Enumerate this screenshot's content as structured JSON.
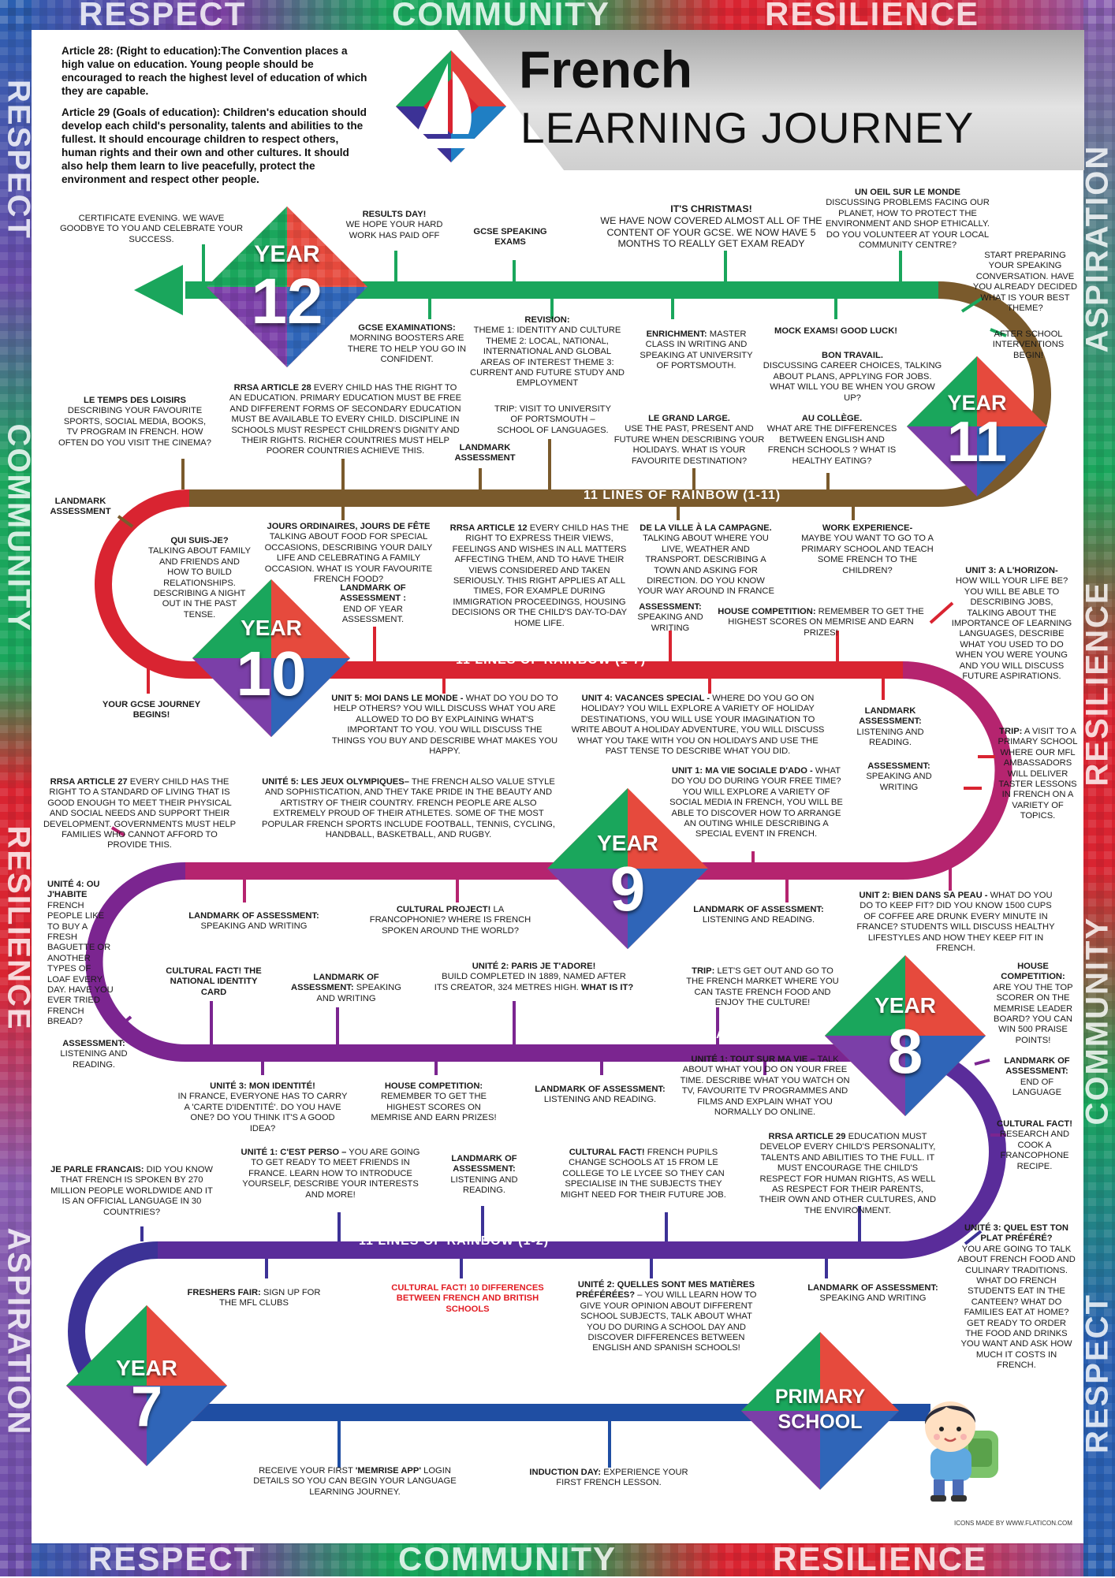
{
  "border_words": {
    "respect": "RESPECT",
    "community": "COMMUNITY",
    "resilience": "RESILIENCE",
    "aspiration": "ASPIRATION"
  },
  "header": {
    "title": "French",
    "subtitle": "LEARNING JOURNEY"
  },
  "intro": {
    "article28_title": "Article 28: (Right to education):",
    "article28_text": "The Convention places a high value on education. Young people should be encouraged to reach the highest level of education of which they are capable.",
    "article29_title": "Article 29 (Goals of education):",
    "article29_text": "Children's education should develop each child's personality, talents and abilities to the fullest. It should encourage children to respect others, human rights and their own and other cultures. It should also help them learn to live peacefully, protect the environment and respect other people."
  },
  "years": {
    "year_word": "YEAR",
    "y12": "12",
    "y11": "11",
    "y10": "10",
    "y9": "9",
    "y8": "8",
    "y7": "7",
    "primary_1": "PRIMARY",
    "primary_2": "SCHOOL"
  },
  "rainbow": {
    "r11": "11 LINES OF RAINBOW (1-11)",
    "r7": "11 LINES OF RAINBOW (1-7)",
    "r4": "11 LINES OF RAINBOW (1-4)",
    "r2": "11 LINES OF RAINBOW (1-2)"
  },
  "colors": {
    "green": "#1aa65c",
    "brown": "#7a5a2c",
    "red": "#d92431",
    "magenta": "#b5246f",
    "purple": "#7b2590",
    "indigo": "#3c3296",
    "blue": "#1f4ea3"
  },
  "ev": {
    "y12_cert": "CERTIFICATE EVENING. WE WAVE GOODBYE TO YOU AND CELEBRATE YOUR SUCCESS.",
    "y12_results_h": "RESULTS DAY!",
    "y12_results": "WE HOPE YOUR HARD WORK HAS PAID OFF",
    "y12_speaking_h": "GCSE SPEAKING EXAMS",
    "y12_christmas_h": "IT'S CHRISTMAS!",
    "y12_christmas": "WE HAVE NOW COVERED ALMOST ALL OF THE CONTENT OF YOUR GCSE. WE NOW HAVE 5 MONTHS TO REALLY GET EXAM READY",
    "y12_oeil_h": "UN OEIL SUR LE MONDE",
    "y12_oeil": "DISCUSSING PROBLEMS FACING OUR PLANET, HOW TO PROTECT THE ENVIRONMENT AND SHOP ETHICALLY. DO YOU VOLUNTEER AT YOUR LOCAL COMMUNITY CENTRE?",
    "y12_prep": "START PREPARING YOUR SPEAKING CONVERSATION. HAVE YOU ALREADY DECIDED WHAT IS YOUR BEST THEME?",
    "y12_gcse_h": "GCSE EXAMINATIONS:",
    "y12_gcse": "MORNING BOOSTERS ARE THERE TO HELP YOU GO IN CONFIDENT.",
    "y12_rev_h": "REVISION:",
    "y12_rev": "THEME 1: IDENTITY AND CULTURE THEME 2: LOCAL, NATIONAL, INTERNATIONAL AND GLOBAL AREAS OF INTEREST THEME 3: CURRENT AND FUTURE STUDY AND EMPLOYMENT",
    "y12_enrich_h": "ENRICHMENT:",
    "y12_enrich": "MASTER CLASS IN WRITING AND SPEAKING AT UNIVERSITY OF PORTSMOUTH.",
    "y12_mock": "MOCK EXAMS! GOOD LUCK!",
    "y12_after": "AFTER SCHOOL INTERVENTIONS BEGIN!",
    "y11_bon_h": "BON TRAVAIL.",
    "y11_bon": "DISCUSSING CAREER CHOICES, TALKING ABOUT PLANS, APPLYING FOR JOBS. WHAT WILL YOU BE WHEN YOU GROW UP?",
    "y11_loisirs_h": "LE TEMPS DES LOISIRS",
    "y11_loisirs": "DESCRIBING YOUR FAVOURITE SPORTS, SOCIAL MEDIA, BOOKS, TV PROGRAM IN FRENCH. HOW OFTEN DO YOU VISIT THE CINEMA?",
    "y11_rrsa28_h": "RRSA ARTICLE 28",
    "y11_rrsa28": "EVERY CHILD HAS THE RIGHT TO AN EDUCATION. PRIMARY EDUCATION MUST BE FREE AND DIFFERENT FORMS OF SECONDARY EDUCATION MUST BE AVAILABLE TO EVERY CHILD. DISCIPLINE IN SCHOOLS MUST RESPECT CHILDREN'S DIGNITY AND THEIR RIGHTS. RICHER COUNTRIES MUST HELP POORER COUNTRIES ACHIEVE THIS.",
    "y11_trip": "TRIP: VISIT TO UNIVERSITY OF PORTSMOUTH – SCHOOL OF LANGUAGES.",
    "y11_landmark": "LANDMARK ASSESSMENT",
    "y11_large_h": "LE GRAND LARGE.",
    "y11_large": "USE THE PAST, PRESENT AND FUTURE WHEN DESCRIBING YOUR HOLIDAYS. WHAT IS YOUR FAVOURITE DESTINATION?",
    "y11_college_h": "AU COLLÈGE.",
    "y11_college": "WHAT ARE THE DIFFERENCES BETWEEN ENGLISH AND FRENCH SCHOOLS ? WHAT IS HEALTHY EATING?",
    "y11_landmark_left": "LANDMARK ASSESSMENT",
    "y10_qui_h": "QUI SUIS-JE?",
    "y10_qui": "TALKING ABOUT FAMILY AND FRIENDS AND HOW TO BUILD RELATIONSHIPS. DESCRIBING A NIGHT OUT IN THE PAST TENSE.",
    "y10_jours_h": "JOURS ORDINAIRES, JOURS DE FÊTE",
    "y10_jours": "TALKING ABOUT FOOD FOR SPECIAL OCCASIONS, DESCRIBING YOUR DAILY LIFE AND CELEBRATING A FAMILY OCCASION. WHAT IS YOUR FAVOURITE FRENCH FOOD?",
    "y10_rrsa12_h": "RRSA ARTICLE 12",
    "y10_rrsa12": "EVERY CHILD HAS THE RIGHT TO EXPRESS THEIR VIEWS, FEELINGS AND WISHES IN ALL MATTERS AFFECTING THEM, AND TO HAVE THEIR VIEWS CONSIDERED AND TAKEN SERIOUSLY. THIS RIGHT APPLIES AT ALL TIMES, FOR EXAMPLE DURING IMMIGRATION PROCEEDINGS, HOUSING DECISIONS OR THE CHILD'S DAY-TO-DAY HOME LIFE.",
    "y10_ville_h": "DE LA VILLE À LA CAMPAGNE.",
    "y10_ville": "TALKING ABOUT WHERE YOU LIVE, WEATHER AND TRANSPORT. DESCRIBING A TOWN AND ASKING FOR DIRECTION. DO YOU KNOW YOUR WAY AROUND IN FRANCE",
    "y10_work_h": "WORK EXPERIENCE-",
    "y10_work": "MAYBE YOU WANT TO GO TO A PRIMARY SCHOOL AND TEACH SOME FRENCH TO THE CHILDREN?",
    "y10_land_h": "LANDMARK OF ASSESSMENT :",
    "y10_land": "END OF YEAR ASSESSMENT.",
    "y10_assess_h": "ASSESSMENT:",
    "y10_assess": "SPEAKING AND WRITING",
    "y10_house_h": "HOUSE COMPETITION:",
    "y10_house": "REMEMBER TO GET THE HIGHEST SCORES ON MEMRISE AND EARN PRIZES!",
    "y10_gcse": "YOUR GCSE JOURNEY BEGINS!",
    "y10_unit3_h": "UNIT 3: A L'HORIZON-",
    "y10_unit3": "HOW WILL YOUR LIFE BE? YOU WILL BE ABLE TO DESCRIBING JOBS, TALKING ABOUT THE IMPORTANCE OF LEARNING LANGUAGES, DESCRIBE WHAT YOU USED TO DO WHEN YOU WERE YOUNG AND YOU WILL DISCUSS FUTURE ASPIRATIONS.",
    "y9_unit5_h": "UNIT 5: MOI DANS LE MONDE -",
    "y9_unit5": "WHAT DO YOU DO TO HELP OTHERS? YOU WILL DISCUSS WHAT YOU ARE ALLOWED TO DO BY EXPLAINING WHAT'S IMPORTANT TO YOU. YOU WILL DISCUSS THE THINGS YOU BUY AND DESCRIBE WHAT MAKES YOU HAPPY.",
    "y9_unit4_h": "UNIT 4: VACANCES SPECIAL -",
    "y9_unit4": "WHERE DO YOU GO ON HOLIDAY? YOU WILL EXPLORE A VARIETY OF HOLIDAY DESTINATIONS, YOU WILL USE YOUR IMAGINATION TO WRITE ABOUT A HOLIDAY ADVENTURE, YOU WILL DISCUSS WHAT YOU TAKE WITH YOU ON HOLIDAYS AND USE THE PAST TENSE TO DESCRIBE WHAT YOU DID.",
    "y9_land1_h": "LANDMARK ASSESSMENT:",
    "y9_land1": "LISTENING AND READING.",
    "y9_assess_h": "ASSESSMENT:",
    "y9_assess": "SPEAKING AND WRITING",
    "y9_trip_h": "TRIP:",
    "y9_trip": "A VISIT TO A PRIMARY SCHOOL WHERE OUR MFL AMBASSADORS WILL DELIVER TASTER LESSONS IN FRENCH ON A VARIETY OF TOPICS.",
    "y9_rrsa27_h": "RRSA ARTICLE 27",
    "y9_rrsa27": "EVERY CHILD HAS THE RIGHT TO A STANDARD OF LIVING THAT IS GOOD ENOUGH TO MEET THEIR PHYSICAL AND SOCIAL NEEDS AND SUPPORT THEIR DEVELOPMENT. GOVERNMENTS MUST HELP FAMILIES WHO CANNOT AFFORD TO PROVIDE THIS.",
    "y9_unite5_h": "UNITÉ 5: LES JEUX OLYMPIQUES–",
    "y9_unite5": "THE FRENCH ALSO VALUE STYLE AND SOPHISTICATION, AND THEY TAKE PRIDE IN THE BEAUTY AND ARTISTRY OF THEIR COUNTRY. FRENCH PEOPLE ARE ALSO EXTREMELY PROUD OF THEIR ATHLETES. SOME OF THE MOST POPULAR FRENCH SPORTS INCLUDE FOOTBALL, TENNIS, CYCLING, HANDBALL, BASKETBALL, AND RUGBY.",
    "y9_unit1_h": "UNIT 1: MA VIE SOCIALE D'ADO -",
    "y9_unit1": "WHAT DO YOU DO DURING YOUR FREE TIME? YOU WILL EXPLORE A VARIETY OF SOCIAL MEDIA IN FRENCH, YOU WILL BE ABLE TO DISCOVER HOW TO ARRANGE AN OUTING WHILE DESCRIBING A SPECIAL EVENT IN FRENCH.",
    "y9_land2_h": "LANDMARK OF ASSESSMENT:",
    "y9_land2": "SPEAKING AND WRITING",
    "y9_cult_h": "CULTURAL PROJECT!",
    "y9_cult": "LA FRANCOPHONIE? WHERE IS FRENCH SPOKEN AROUND THE WORLD?",
    "y9_land3_h": "LANDMARK OF ASSESSMENT:",
    "y9_land3": "LISTENING AND READING.",
    "y9_unit2_h": "UNIT 2: BIEN DANS SA PEAU -",
    "y9_unit2": "WHAT DO YOU DO TO KEEP FIT? DID YOU KNOW 1500 CUPS OF COFFEE ARE DRUNK EVERY MINUTE IN FRANCE? STUDENTS WILL DISCUSS HEALTHY LIFESTYLES AND HOW THEY KEEP FIT IN FRENCH.",
    "y8_unite4_h": "UNITÉ 4: OU J'HABITE",
    "y8_unite4": "FRENCH PEOPLE LIKE TO BUY A FRESH BAGUETTE OR ANOTHER TYPES OF LOAF EVERY DAY. HAVE YOU EVER TRIED FRENCH BREAD?",
    "y8_cultfact_h": "CULTURAL FACT! THE NATIONAL IDENTITY CARD",
    "y8_land1_h": "LANDMARK OF ASSESSMENT:",
    "y8_land1": "SPEAKING AND WRITING",
    "y8_unite2_h": "UNITÉ 2: PARIS JE T'ADORE!",
    "y8_unite2": "BUILD COMPLETED IN 1889, NAMED AFTER ITS CREATOR, 324 METRES HIGH.",
    "y8_unite2_q": "WHAT IS IT?",
    "y8_trip_h": "TRIP:",
    "y8_trip": "LET'S GET OUT AND GO TO THE FRENCH MARKET WHERE YOU CAN TASTE FRENCH FOOD AND ENJOY THE CULTURE!",
    "y8_house_h": "HOUSE COMPETITION:",
    "y8_house": "ARE YOU THE TOP SCORER ON THE MEMRISE LEADER BOARD? YOU CAN WIN 500 PRAISE POINTS!",
    "y8_assess_h": "ASSESSMENT:",
    "y8_assess": "LISTENING AND READING.",
    "y8_unite3_h": "UNITÉ 3: MON IDENTITÉ!",
    "y8_unite3": "IN FRANCE, EVERYONE HAS TO CARRY A 'CARTE D'IDENTITÉ'. DO YOU HAVE ONE? DO YOU THINK IT'S A GOOD IDEA?",
    "y8_house2_h": "HOUSE COMPETITION:",
    "y8_house2": "REMEMBER TO GET THE HIGHEST SCORES ON MEMRISE AND EARN PRIZES!",
    "y8_land2_h": "LANDMARK OF ASSESSMENT:",
    "y8_land2": "LISTENING AND READING.",
    "y8_unite1_h": "UNITÉ 1: TOUT SUR MA VIE –",
    "y8_unite1": "TALK ABOUT WHAT YOU DO ON YOUR FREE TIME. DESCRIBE WHAT YOU WATCH ON TV, FAVOURITE TV PROGRAMMES AND FILMS AND EXPLAIN WHAT YOU NORMALLY DO ONLINE.",
    "y8_land3_h": "LANDMARK OF ASSESSMENT:",
    "y8_land3": "END OF LANGUAGE",
    "y8_cult2_h": "CULTURAL FACT!",
    "y8_cult2": "RESEARCH AND COOK A FRANCOPHONE RECIPE.",
    "y7_jeparle_h": "JE PARLE FRANCAIS:",
    "y7_jeparle": "DID YOU KNOW THAT FRENCH IS SPOKEN BY 270 MILLION PEOPLE WORLDWIDE AND IT IS AN OFFICIAL LANGUAGE IN 30 COUNTRIES?",
    "y7_unite1_h": "UNITÉ 1: C'EST PERSO –",
    "y7_unite1": "YOU ARE GOING TO GET READY TO MEET FRIENDS IN FRANCE. LEARN HOW TO INTRODUCE YOURSELF, DESCRIBE YOUR INTERESTS AND MORE!",
    "y7_land1_h": "LANDMARK OF ASSESSMENT:",
    "y7_land1": "LISTENING AND READING.",
    "y7_cult_h": "CULTURAL FACT!",
    "y7_cult": "FRENCH PUPILS CHANGE SCHOOLS AT 15 FROM LE COLLEGE TO LE LYCEE SO THEY CAN SPECIALISE IN THE SUBJECTS THEY MIGHT NEED FOR THEIR FUTURE JOB.",
    "y7_rrsa29_h": "RRSA ARTICLE 29",
    "y7_rrsa29": "EDUCATION MUST DEVELOP EVERY CHILD'S PERSONALITY, TALENTS AND ABILITIES TO THE FULL. IT MUST ENCOURAGE THE CHILD'S RESPECT FOR HUMAN RIGHTS, AS WELL AS RESPECT FOR THEIR PARENTS, THEIR OWN AND OTHER CULTURES, AND THE ENVIRONMENT.",
    "y7_unite3_h": "UNITÉ 3: QUEL EST TON PLAT PRÉFÉRÉ?",
    "y7_unite3": "YOU ARE GOING TO TALK ABOUT FRENCH FOOD AND CULINARY TRADITIONS. WHAT DO FRENCH STUDENTS EAT IN THE CANTEEN? WHAT DO FAMILIES EAT AT HOME? GET READY TO ORDER THE FOOD AND DRINKS YOU WANT AND ASK HOW MUCH IT COSTS IN FRENCH.",
    "y7_freshers_h": "FRESHERS FAIR:",
    "y7_freshers": "SIGN UP FOR THE MFL CLUBS",
    "y7_cultred": "CULTURAL FACT! 10 DIFFERENCES BETWEEN FRENCH AND BRITISH SCHOOLS",
    "y7_unite2_h": "UNITÉ 2: QUELLES SONT MES MATIÈRES PRÉFÉRÉES?",
    "y7_unite2": "– YOU WILL LEARN HOW TO GIVE YOUR OPINION ABOUT DIFFERENT SCHOOL SUBJECTS, TALK ABOUT WHAT YOU DO DURING A SCHOOL DAY AND DISCOVER DIFFERENCES BETWEEN ENGLISH AND SPANISH SCHOOLS!",
    "y7_land2_h": "LANDMARK OF ASSESSMENT:",
    "y7_land2": "SPEAKING AND WRITING",
    "y7_memrise_a": "RECEIVE YOUR FIRST",
    "y7_memrise_b": "'MEMRISE APP'",
    "y7_memrise_c": "LOGIN DETAILS SO YOU CAN BEGIN YOUR LANGUAGE LEARNING JOURNEY.",
    "y7_induction_h": "INDUCTION DAY:",
    "y7_induction": "EXPERIENCE YOUR FIRST FRENCH LESSON."
  },
  "credit": "ICONS MADE BY WWW.FLATICON.COM"
}
